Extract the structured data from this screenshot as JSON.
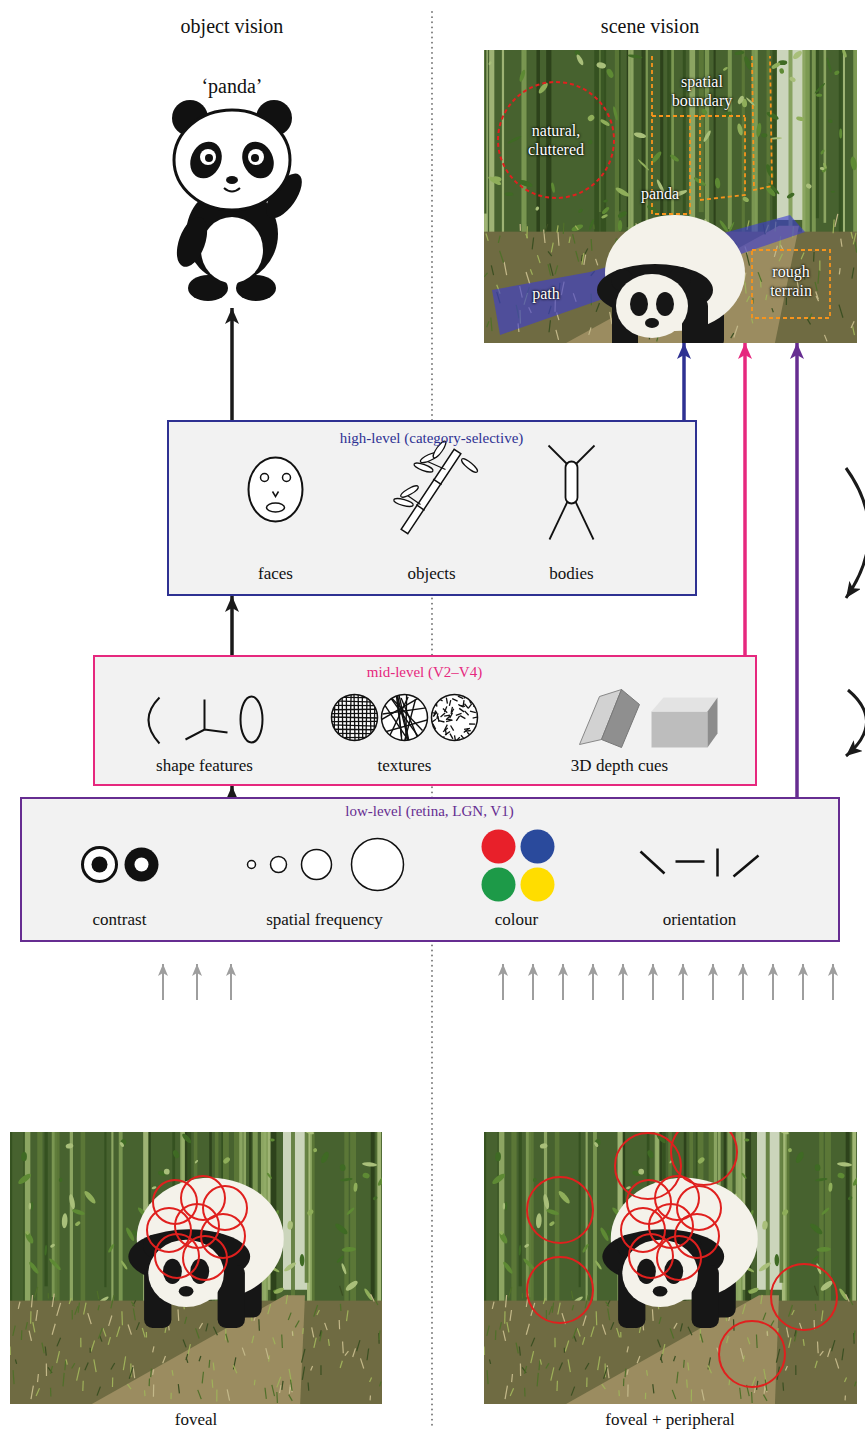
{
  "diagram": {
    "nodes": [
      {
        "text": [
          "‘panda’"
        ]
      },
      {
        "text": [
          "natural, cluttered",
          "spatial boundary",
          "panda",
          "path",
          "rough terrain"
        ]
      },
      {
        "text": [
          "high-level (category-selective)",
          "faces",
          "objects",
          "bodies"
        ]
      },
      {
        "text": [
          "mid-level (V2–V4)",
          "shape features",
          "textures",
          "3D depth cues"
        ]
      },
      {
        "text": [
          "low-level (retina, LGN, V1)",
          "contrast",
          "spatial frequency",
          "colour",
          "orientation"
        ]
      },
      {
        "text": [
          "foveal"
        ]
      },
      {
        "text": [
          "foveal + peripheral"
        ]
      }
    ],
    "edges": [
      {
        "from": 2,
        "to": 0,
        "arrow": "to"
      },
      {
        "from": 2,
        "to": 1,
        "arrow": "to"
      },
      {
        "from": 3,
        "to": 1,
        "arrow": "to"
      },
      {
        "from": 4,
        "to": 1,
        "arrow": "to"
      },
      {
        "from": 3,
        "to": 2,
        "arrow": "to"
      },
      {
        "from": 4,
        "to": 3,
        "arrow": "to"
      }
    ],
    "labels": [
      "object vision",
      "scene vision"
    ]
  }
}
